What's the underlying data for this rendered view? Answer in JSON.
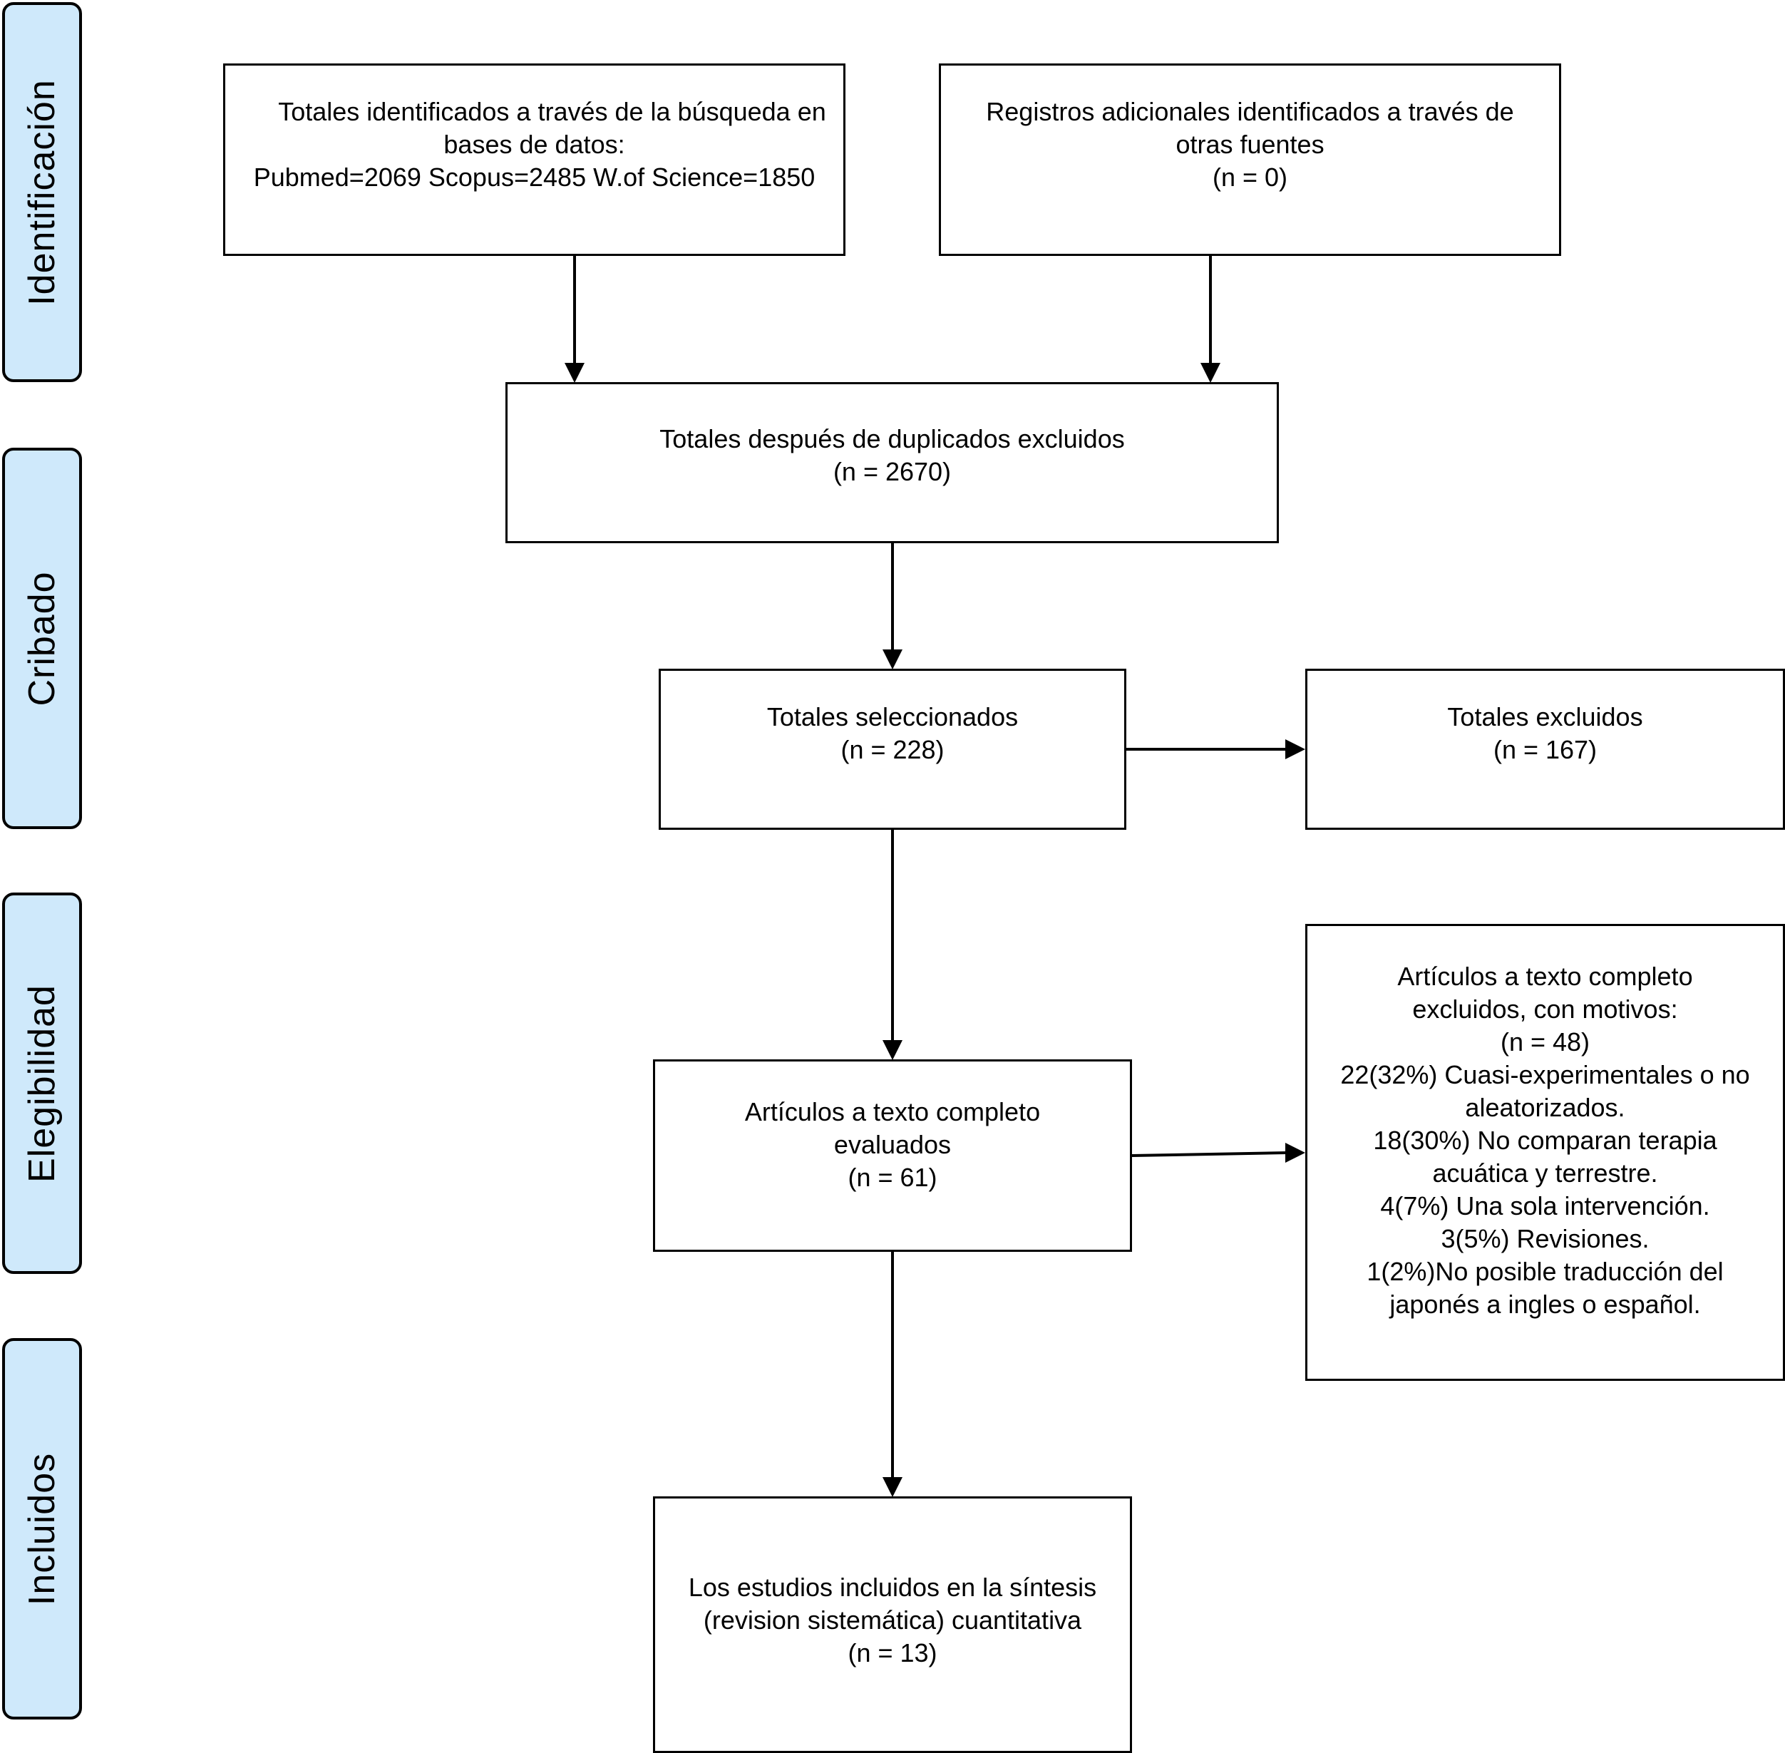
{
  "phases": {
    "identificacion": "Identificación",
    "cribado": "Cribado",
    "elegibilidad": "Elegibilidad",
    "incluidos": "Incluidos"
  },
  "boxes": {
    "identified_db": {
      "lines": [
        "Totales identificados a través de la búsqueda en",
        "bases de datos:",
        "Pubmed=2069 Scopus=2485 W.of Science=1850"
      ]
    },
    "other_sources": {
      "lines": [
        "Registros adicionales identificados a través de",
        "otras fuentes",
        "(n = 0)"
      ]
    },
    "after_duplicates": {
      "lines": [
        "Totales después de duplicados excluidos",
        "(n = 2670)"
      ]
    },
    "selected": {
      "lines": [
        "Totales seleccionados",
        "(n = 228)"
      ]
    },
    "excluded": {
      "lines": [
        "Totales excluidos",
        "(n = 167)"
      ]
    },
    "fulltext_assessed": {
      "lines": [
        "Artículos a texto completo",
        "evaluados",
        "(n = 61)"
      ]
    },
    "fulltext_excluded": {
      "lines": [
        "Artículos a texto completo",
        "excluidos, con motivos:",
        "(n = 48)",
        "22(32%) Cuasi-experimentales o no",
        "aleatorizados.",
        "18(30%) No comparan terapia",
        "acuática y terrestre.",
        "4(7%) Una sola intervención.",
        "3(5%) Revisiones.",
        "1(2%)No posible traducción del",
        "japonés a ingles o español."
      ]
    },
    "included": {
      "lines": [
        "Los estudios incluidos en la síntesis",
        "(revision sistemática) cuantitativa",
        "(n = 13)"
      ]
    }
  },
  "colors": {
    "phase_fill": "#cfe9fb",
    "stroke": "#000000"
  }
}
